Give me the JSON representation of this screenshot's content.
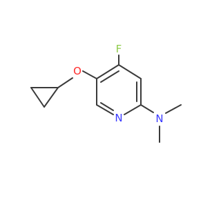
{
  "molecule": {
    "atoms": [
      {
        "id": "F",
        "label": "F",
        "color": "#8fcc4a"
      },
      {
        "id": "O",
        "label": "O",
        "color": "#ff2a2a"
      },
      {
        "id": "N_ring",
        "label": "N",
        "color": "#3a3aff"
      },
      {
        "id": "N_amine",
        "label": "N",
        "color": "#3a3aff"
      }
    ],
    "bond_color": "#3a3a3a"
  }
}
